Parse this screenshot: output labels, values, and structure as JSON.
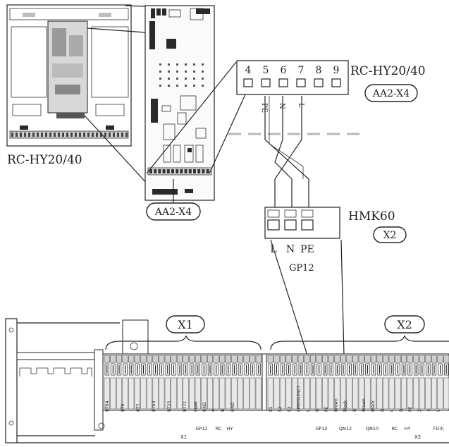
{
  "labels": {
    "unit_name_right": "RC-HY20/40",
    "unit_name_left": "RC-HY20/40",
    "connector_top": "AA2-X4",
    "connector_bottom": "AA2-X4",
    "hmk_name": "HMK60",
    "hmk_connector": "X2",
    "gp_label": "GP12",
    "strip_x1": "X1",
    "strip_x2": "X2"
  },
  "aa2_terminals": [
    "4",
    "5",
    "6",
    "7",
    "8",
    "9"
  ],
  "aa2_wire_labels": [
    "PE",
    "N",
    "L"
  ],
  "hmk_terminals": [
    "L",
    "N",
    "PE"
  ],
  "x1_terms": [
    "BT64",
    "BT6",
    "BT7",
    "BT63",
    "BT25",
    "BT71",
    "PWM",
    "GND",
    "A",
    "B",
    "GND"
  ],
  "x2_terms": [
    "K1",
    "K2",
    "K3",
    "EMERGENCY",
    "L",
    "N",
    "PE",
    "Brown",
    "Black",
    "N",
    "Brown",
    "Black",
    "N",
    "L",
    "N",
    "PE",
    "2",
    "3",
    "L"
  ],
  "x1_groups": [
    "GP12",
    "RC",
    "HY"
  ],
  "x2_groups": [
    "GP12",
    "QN12",
    "QN10",
    "RC",
    "HY",
    "FD3\\"
  ],
  "strip_names": [
    "X1",
    "X2"
  ]
}
